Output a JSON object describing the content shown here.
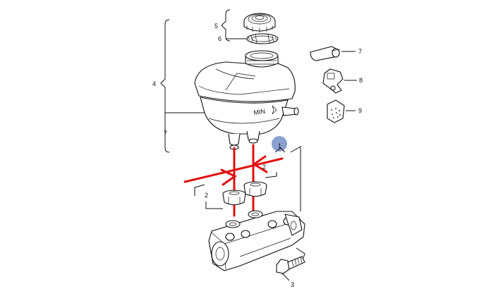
{
  "labels": {
    "l1": "1",
    "l2a": "2",
    "l2b": "2",
    "l3": "3",
    "l4": "4",
    "l5": "5",
    "l6": "6",
    "l7a": "7",
    "l7b": "7",
    "l8": "8",
    "l9": "9",
    "min": "MIN"
  },
  "colors": {
    "red_marks": "#e01010",
    "marker_circle": "#8c9fd1",
    "line": "#111111"
  }
}
